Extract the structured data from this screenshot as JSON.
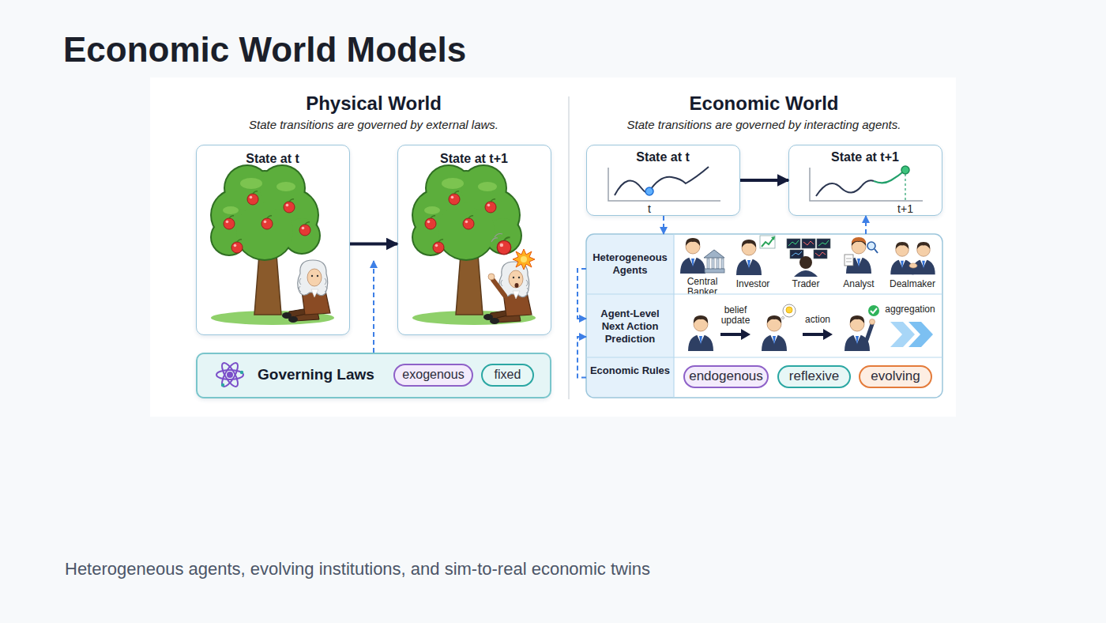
{
  "diagram": {
    "title": "Economic World Models",
    "caption": "Heterogeneous agents, evolving institutions, and sim-to-real economic twins",
    "nodes": [
      {
        "text": [
          "State at t"
        ]
      },
      {
        "text": [
          "State at t+1"
        ]
      },
      {
        "text": [
          "Governing Laws"
        ]
      },
      {
        "text": [
          "exogenous"
        ],
        "in": 2
      },
      {
        "text": [
          "fixed"
        ],
        "in": 2
      },
      {
        "text": [
          "State at t",
          "t"
        ]
      },
      {
        "text": [
          "State at t+1",
          "t+1"
        ]
      },
      {
        "text": [
          "Heterogeneous Agents",
          "Central Banker",
          "Investor",
          "Trader",
          "Analyst",
          "Dealmaker"
        ]
      },
      {
        "text": [
          "Agent-Level Next Action Prediction",
          "belief update",
          "action",
          "aggregation"
        ]
      },
      {
        "text": [
          "Economic Rules"
        ]
      },
      {
        "text": [
          "endogenous"
        ],
        "in": 9
      },
      {
        "text": [
          "reflexive"
        ],
        "in": 9
      },
      {
        "text": [
          "evolving"
        ],
        "in": 9
      }
    ],
    "edges": [
      {
        "from": 0,
        "to": 1,
        "arrow": "to"
      },
      {
        "from": 5,
        "to": 6,
        "arrow": "to"
      },
      {
        "from": 5,
        "to": 7,
        "arrow": "to"
      },
      {
        "from": 7,
        "to": 6,
        "arrow": "to"
      },
      {
        "from": 7,
        "to": 8,
        "arrow": "to"
      },
      {
        "from": 9,
        "to": 8,
        "arrow": "to"
      }
    ],
    "labels": [
      "Physical World",
      "State transitions are governed by external laws.",
      "Economic World",
      "State transitions are governed by interacting agents."
    ]
  }
}
